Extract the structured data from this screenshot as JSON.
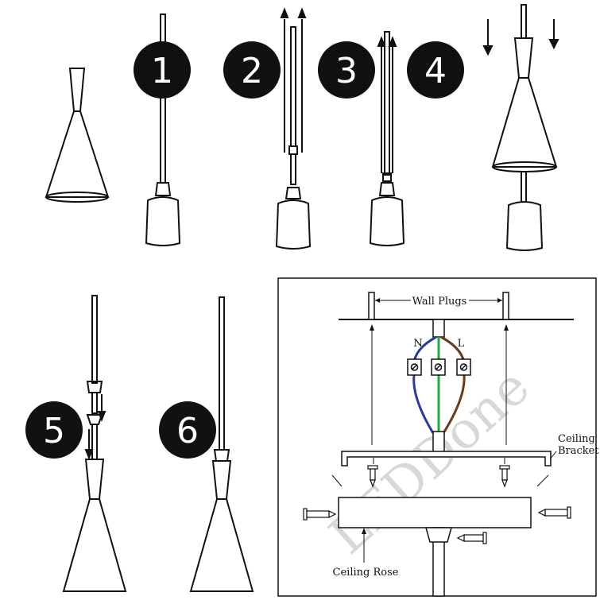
{
  "steps": [
    "1",
    "2",
    "3",
    "4",
    "5",
    "6"
  ],
  "wiring": {
    "wall_plugs_label": "Wall Plugs",
    "neutral_label": "N",
    "live_label": "L",
    "ceiling_bracket_label": "Ceiling\nBracket",
    "ceiling_rose_label": "Ceiling Rose",
    "watermark": "LEDDone",
    "wire_colors": {
      "neutral": "#2c3a9c",
      "earth": "#1faa3a",
      "live": "#6b3a1a"
    }
  }
}
